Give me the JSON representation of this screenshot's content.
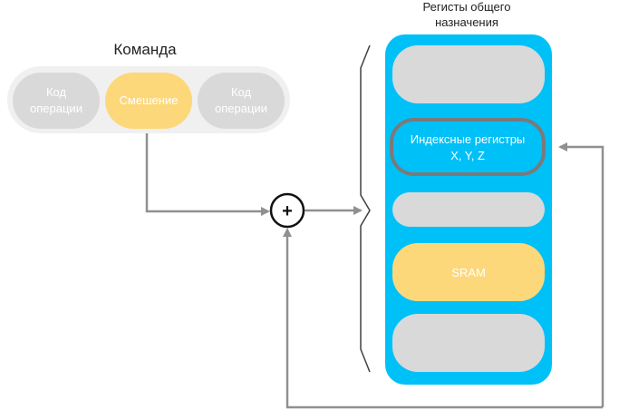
{
  "command": {
    "title": "Команда",
    "fields": [
      {
        "line1": "Код",
        "line2": "операции"
      },
      {
        "line1": "Смешение",
        "line2": ""
      },
      {
        "line1": "Код",
        "line2": "операции"
      }
    ]
  },
  "adder": {
    "symbol": "+"
  },
  "registers": {
    "title_line1": "Регисты общего",
    "title_line2": "назначения",
    "index_registers_line1": "Индексные регистры",
    "index_registers_line2": "X, Y, Z",
    "sram_label": "SRAM"
  },
  "colors": {
    "command_bg": "#f0f0f0",
    "field_gray": "#d9d9d9",
    "field_text": "#ffffff",
    "offset_yellow": "#fcd87a",
    "register_block": "#00c0f8",
    "register_slot": "#d9d9d9",
    "index_outline": "#7a7a7a",
    "arrow": "#909090",
    "brace": "#404040",
    "text_dark": "#222222"
  }
}
